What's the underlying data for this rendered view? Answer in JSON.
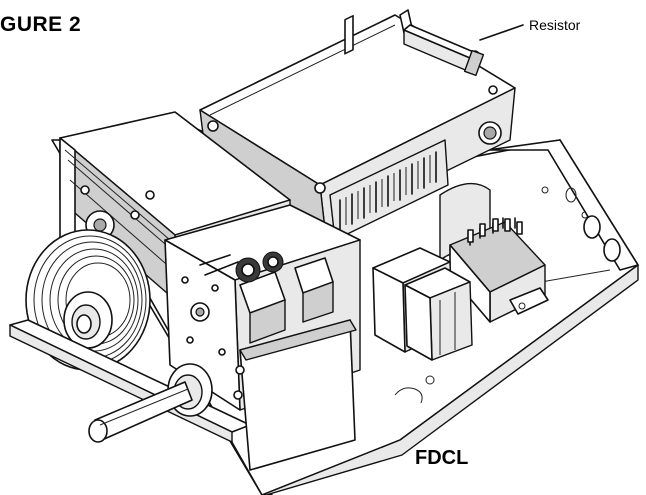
{
  "figure": {
    "title": "GURE 2",
    "model_label": "FDCL"
  },
  "callouts": {
    "resistor": "Resistor"
  },
  "colors": {
    "line": "#111111",
    "shade_light": "#e9e9e9",
    "shade_mid": "#cfcfcf",
    "shade_dark": "#a9a9a9",
    "background": "#ffffff"
  }
}
